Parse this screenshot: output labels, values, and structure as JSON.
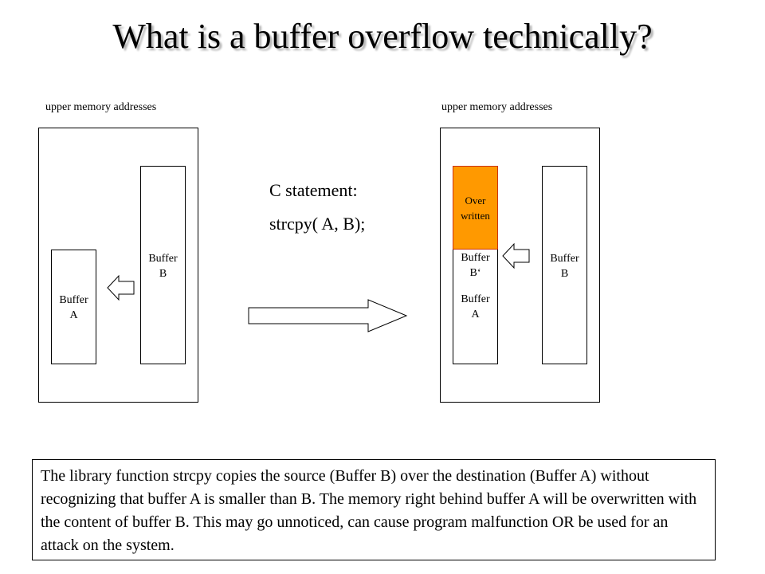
{
  "title": "What is a buffer overflow technically?",
  "left_diagram": {
    "memory_label": "upper memory addresses",
    "buffer_a": [
      "Buffer",
      "A"
    ],
    "buffer_b": [
      "Buffer",
      "B"
    ]
  },
  "statement": {
    "line1": "C statement:",
    "line2": "strcpy( A, B);"
  },
  "right_diagram": {
    "memory_label": "upper memory addresses",
    "overwritten": [
      "Over",
      "written"
    ],
    "buffer_b_prime": [
      "Buffer",
      "B‘"
    ],
    "buffer_a": [
      "Buffer",
      "A"
    ],
    "buffer_b": [
      "Buffer",
      "B"
    ]
  },
  "colors": {
    "overwritten_fill": "#ff9900",
    "overwritten_border": "#cc3300"
  },
  "description": "The library function strcpy copies the source (Buffer B) over the destination (Buffer A) without recognizing that buffer A is smaller than B. The memory right behind buffer A will be overwritten with the content of buffer B. This may go unnoticed, can cause program malfunction OR be used for an attack on the system."
}
